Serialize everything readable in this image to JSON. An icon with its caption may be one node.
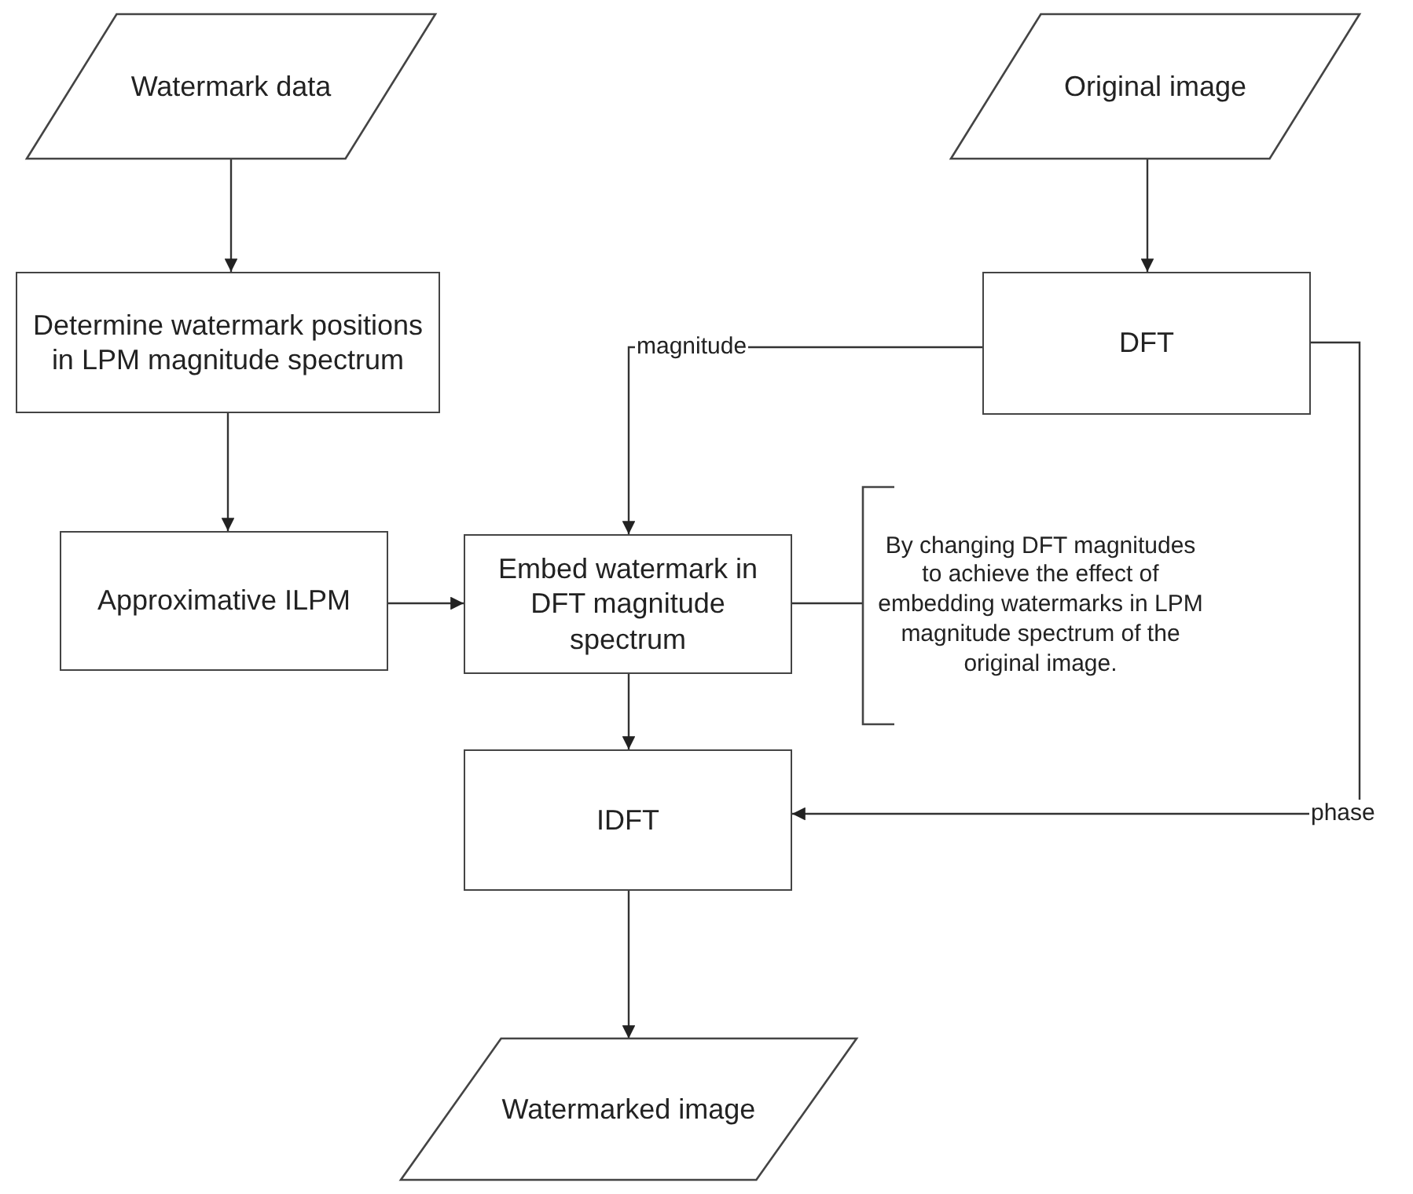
{
  "diagram": {
    "nodes": [
      {
        "text": [
          "Watermark data"
        ]
      },
      {
        "text": [
          "Determine watermark positions in LPM magnitude spectrum"
        ]
      },
      {
        "text": [
          "Original image"
        ]
      },
      {
        "text": [
          "DFT"
        ]
      },
      {
        "text": [
          "Approximative ILPM"
        ]
      },
      {
        "text": [
          "Embed watermark in DFT magnitude spectrum"
        ]
      },
      {
        "text": [
          "By changing DFT magnitudes to achieve the effect of embedding watermarks in LPM magnitude spectrum of the original image."
        ]
      },
      {
        "text": [
          "IDFT"
        ]
      },
      {
        "text": [
          "Watermarked image"
        ]
      }
    ],
    "edges": [
      {
        "from": 0,
        "to": 1,
        "arrow": "to"
      },
      {
        "from": 1,
        "to": 4,
        "arrow": "to"
      },
      {
        "from": 2,
        "to": 3,
        "arrow": "to"
      },
      {
        "from": 3,
        "to": 5,
        "arrow": "to",
        "label": "magnitude"
      },
      {
        "from": 4,
        "to": 5,
        "arrow": "to"
      },
      {
        "from": 5,
        "to": 6,
        "arrow": "none"
      },
      {
        "from": 5,
        "to": 7,
        "arrow": "to"
      },
      {
        "from": 3,
        "to": 7,
        "arrow": "to",
        "label": "phase"
      },
      {
        "from": 7,
        "to": 8,
        "arrow": "to"
      }
    ]
  }
}
